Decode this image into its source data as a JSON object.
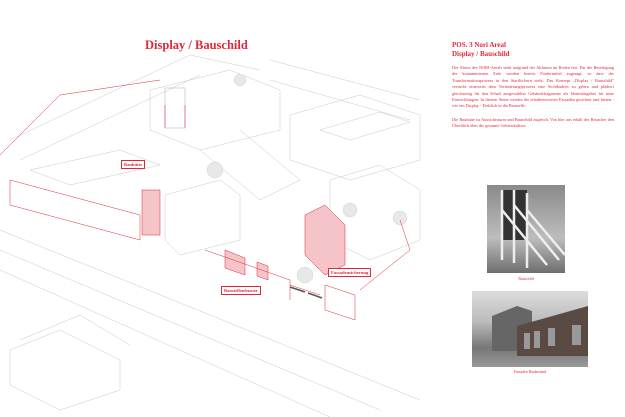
{
  "title": "Display / Bauschild",
  "sidebar": {
    "heading_line1": "POS. 3 Nori Areal",
    "heading_line2": "Display / Bauschild",
    "paragraph1": "Der Abriss des NORI-Areals steht aufgrund der Altlasten im Boden fest. Für die Beseitigung der kontaminierten Erde wurden bereits Fördermittel zugesagt, so dass der Transformationsprozess in den Startlöchern steht. Das Konzept „Display / Bauschild\" versucht einerseits dem Veränderungsprozess eine Sichtbarkeit zu geben und plädiert gleichzeitig für den Erhalt ausgewählter Gebäudefragmente als Identitätsgeber für neue Entwicklungen. In diesem Sinne werden die erhaltenswerten Fassaden gesichert und bieten - wie ein Display - Einblick in die Baustelle.",
    "paragraph2": "Die Bauhütte ist Aussichtsturm und Bauschild zugleich. Von hier aus erhält der Besucher den Überblick über die gesamte Gebietskulisse."
  },
  "photos": [
    {
      "caption": "Bauschild"
    },
    {
      "caption": "Fassaden Baubestand"
    }
  ],
  "labels": {
    "bauhuette": "Bauhütte",
    "baustellenfenster": "Baustellenfenster",
    "fassadensicherung": "Fassadensicherung"
  },
  "colors": {
    "accent": "#e0283a",
    "fill": "#f4c4c8",
    "line": "#bbbbbb"
  }
}
